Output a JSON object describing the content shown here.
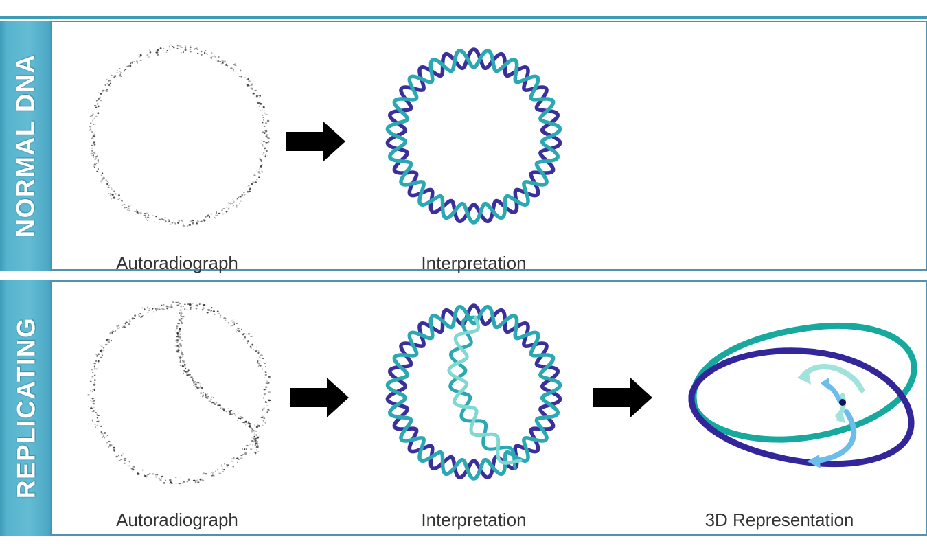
{
  "figure": {
    "title": "DNA replication autoradiograph interpretation figure",
    "background": "#ffffff",
    "accent_teal": "#4ca8c4",
    "rule_color": "#3d9cb5",
    "caption_color": "#333333"
  },
  "colors": {
    "strand_dark": "#3b2f9b",
    "strand_teal": "#2ba8b2",
    "strand_light_teal": "#7fd8d2",
    "strand_light_blue": "#66b8e8",
    "loop_teal": "#17a89e",
    "loop_dark": "#33269b",
    "arrow_black": "#000000",
    "speck_dark": "#2b2b2b",
    "sidebar_teal": "#4ca8c4",
    "panel_border": "#4f93ae"
  },
  "rows": [
    {
      "id": "normal-dna",
      "side_label": "NORMAL DNA",
      "cells": [
        {
          "id": "autoradiograph-normal",
          "caption": "Autoradiograph",
          "kind": "autoradiograph-circle"
        },
        {
          "id": "arrow-1",
          "caption": "",
          "kind": "arrow"
        },
        {
          "id": "interpretation-normal",
          "caption": "Interpretation",
          "kind": "helix-circle"
        }
      ]
    },
    {
      "id": "replicating",
      "side_label": "REPLICATING",
      "cells": [
        {
          "id": "autoradiograph-replicating",
          "caption": "Autoradiograph",
          "kind": "autoradiograph-theta"
        },
        {
          "id": "arrow-2",
          "caption": "",
          "kind": "arrow"
        },
        {
          "id": "interpretation-replicating",
          "caption": "Interpretation",
          "kind": "helix-theta"
        },
        {
          "id": "arrow-3",
          "caption": "",
          "kind": "arrow"
        },
        {
          "id": "three-d-representation",
          "caption": "3D Representation",
          "kind": "interlocked-loops"
        }
      ]
    }
  ],
  "captions": {
    "autoradiograph_normal": "Autoradiograph",
    "interpretation_normal": "Interpretation",
    "autoradiograph_replicating": "Autoradiograph",
    "interpretation_replicating": "Interpretation",
    "three_d_representation": "3D Representation"
  },
  "side_labels": {
    "row1": "NORMAL DNA",
    "row2": "REPLICATING"
  },
  "icons": {
    "arrow": "right-arrow-icon"
  }
}
